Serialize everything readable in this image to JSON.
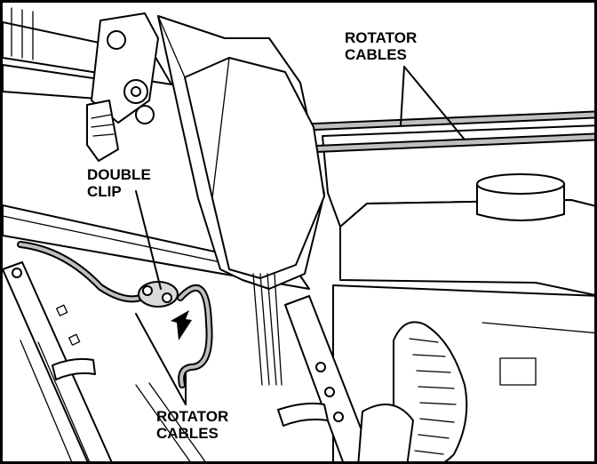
{
  "figure": {
    "callouts": {
      "rotator_cables_top": "ROTATOR\nCABLES",
      "double_clip": "DOUBLE\nCLIP",
      "rotator_cables_bottom": "ROTATOR\nCABLES"
    },
    "colors": {
      "line": "#000000",
      "cable_fill": "#bfbfbf",
      "background": "#ffffff"
    }
  }
}
